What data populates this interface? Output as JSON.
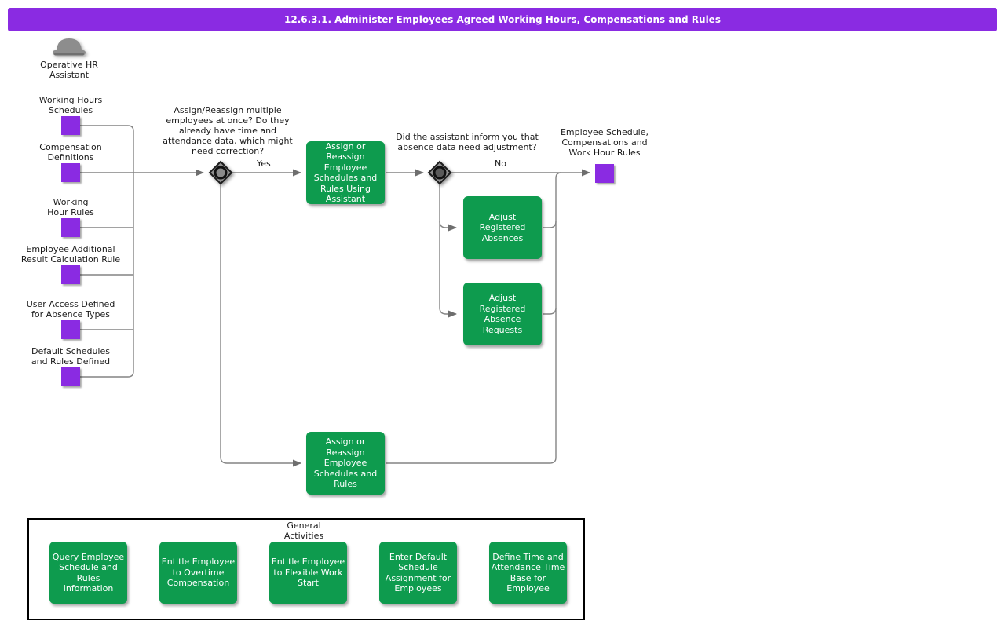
{
  "colors": {
    "purple": "#8A2BE2",
    "green": "#0E9B4E",
    "line": "#848484",
    "text": "#1b1b1b"
  },
  "header": {
    "title": "12.6.3.1. Administer Employees Agreed Working Hours, Compensations and Rules"
  },
  "actor": {
    "label": "Operative HR\nAssistant",
    "icon": "bowler-hat-icon"
  },
  "inputs": [
    {
      "label": "Working Hours\nSchedules"
    },
    {
      "label": "Compensation\nDefinitions"
    },
    {
      "label": "Working\nHour Rules"
    },
    {
      "label": "Employee Additional\nResult Calculation Rule"
    },
    {
      "label": "User Access Defined\nfor Absence Types"
    },
    {
      "label": "Default Schedules\nand Rules Defined"
    }
  ],
  "decisions": [
    {
      "question": "Assign/Reassign multiple\nemployees at once? Do they\nalready have time and\nattendance data, which might\nneed correction?",
      "branch_label": "Yes"
    },
    {
      "question": "Did the assistant inform you that\nabsence data need adjustment?",
      "branch_label": "No"
    }
  ],
  "tasks": {
    "assign_with_assistant": "Assign or\nReassign\nEmployee\nSchedules and\nRules Using\nAssistant",
    "adjust_absences": "Adjust\nRegistered\nAbsences",
    "adjust_absence_requests": "Adjust\nRegistered\nAbsence\nRequests",
    "assign_manual": "Assign or\nReassign\nEmployee\nSchedules and\nRules"
  },
  "output": {
    "label": "Employee Schedule,\nCompensations and\nWork Hour Rules"
  },
  "general": {
    "title": "General\nActivities",
    "activities": [
      {
        "label": "Query Employee\nSchedule and\nRules\nInformation"
      },
      {
        "label": "Entitle Employee\nto Overtime\nCompensation"
      },
      {
        "label": "Entitle Employee\nto Flexible Work\nStart"
      },
      {
        "label": "Enter Default\nSchedule\nAssignment for\nEmployees"
      },
      {
        "label": "Define Time and\nAttendance Time\nBase for\nEmployee"
      }
    ]
  }
}
